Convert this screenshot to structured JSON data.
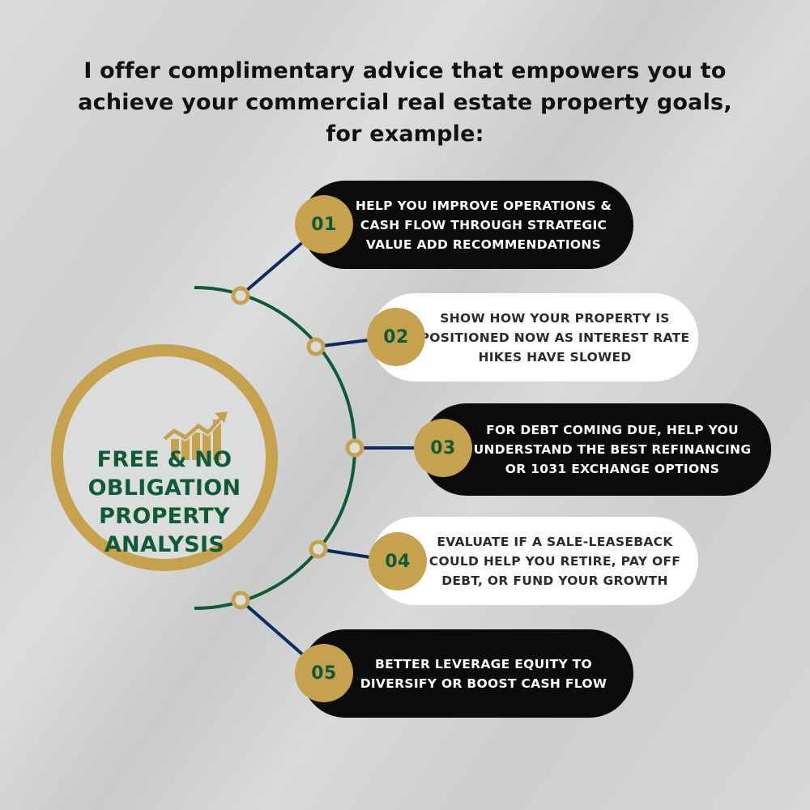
{
  "headline": "I offer complimentary advice that empowers you to achieve your commercial real estate property goals, for example:",
  "hub": {
    "icon": "growth-chart-icon",
    "title": "FREE & NO OBLIGATION PROPERTY ANALYSIS"
  },
  "items": [
    {
      "number": "01",
      "text": "HELP YOU IMPROVE OPERATIONS &\nCASH FLOW THROUGH STRATEGIC\nVALUE ADD RECOMMENDATIONS",
      "style": "dark"
    },
    {
      "number": "02",
      "text": "SHOW HOW YOUR PROPERTY IS\nPOSITIONED NOW AS INTEREST RATE\nHIKES HAVE SLOWED",
      "style": "light"
    },
    {
      "number": "03",
      "text": "FOR DEBT COMING DUE, HELP YOU\nUNDERSTAND THE BEST REFINANCING\nOR 1031 EXCHANGE OPTIONS",
      "style": "dark"
    },
    {
      "number": "04",
      "text": "EVALUATE IF A SALE-LEASEBACK\nCOULD HELP YOU RETIRE, PAY OFF\nDEBT, OR FUND YOUR GROWTH",
      "style": "light"
    },
    {
      "number": "05",
      "text": "BETTER LEVERAGE EQUITY TO\nDIVERSIFY OR BOOST CASH FLOW",
      "style": "dark"
    }
  ],
  "colors": {
    "gold": "#c6a24e",
    "green": "#0f5a37",
    "navy": "#0d2b5e",
    "dark_pill": "#0b0b0b",
    "light_pill": "#ffffff",
    "background": "#d6d8d8"
  }
}
